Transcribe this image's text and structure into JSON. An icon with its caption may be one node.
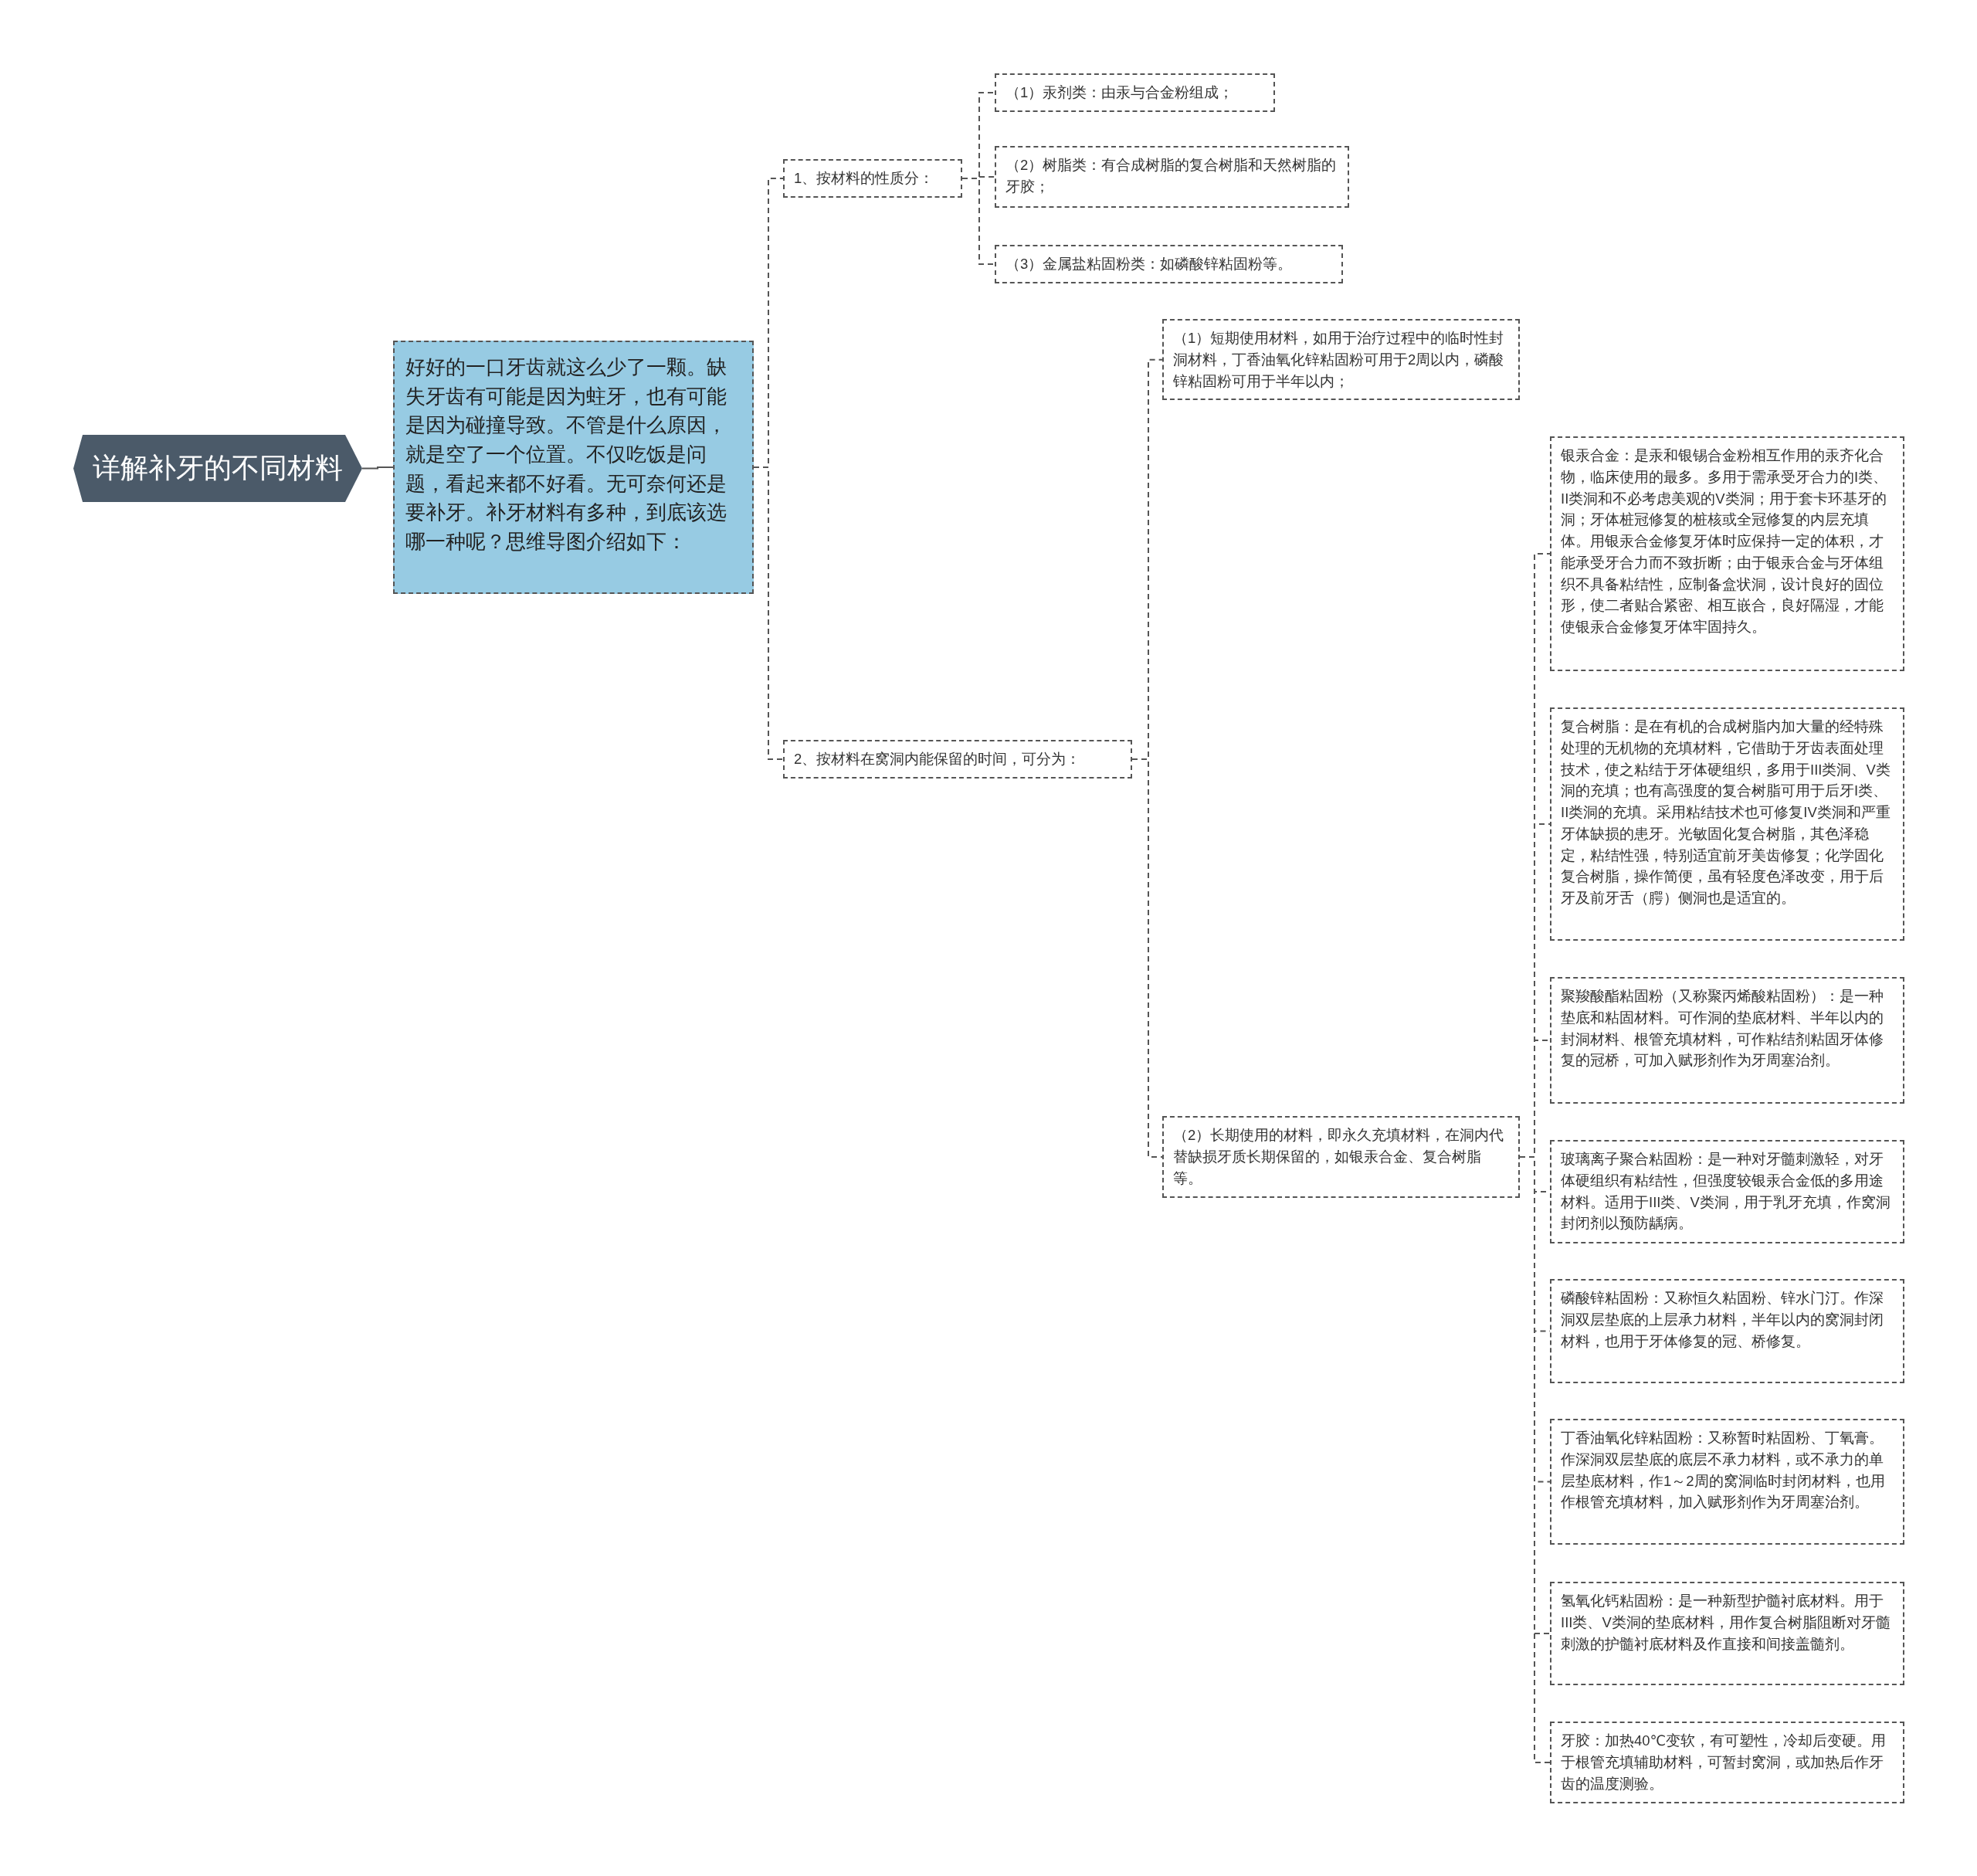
{
  "diagram": {
    "nodes": [
      {
        "text": [
          "详解补牙的不同材料"
        ]
      },
      {
        "text": [
          "好好的一口牙齿就这么少了一颗。缺失牙齿有可能是因为蛀牙，也有可能是因为碰撞导致。不管是什么原因，就是空了一个位置。不仅吃饭是问题，看起来都不好看。无可奈何还是要补牙。补牙材料有多种，到底该选哪一种呢？思维导图介绍如下："
        ]
      },
      {
        "text": [
          "1、按材料的性质分："
        ]
      },
      {
        "text": [
          "（1）汞剂类：由汞与合金粉组成；"
        ]
      },
      {
        "text": [
          "（2）树脂类：有合成树脂的复合树脂和天然树脂的牙胶；"
        ]
      },
      {
        "text": [
          "（3）金属盐粘固粉类：如磷酸锌粘固粉等。"
        ]
      },
      {
        "text": [
          "2、按材料在窝洞内能保留的时间，可分为："
        ]
      },
      {
        "text": [
          "（1）短期使用材料，如用于治疗过程中的临时性封洞材料，丁香油氧化锌粘固粉可用于2周以内，磷酸锌粘固粉可用于半年以内；"
        ]
      },
      {
        "text": [
          "（2）长期使用的材料，即永久充填材料，在洞内代替缺损牙质长期保留的，如银汞合金、复合树脂等。"
        ]
      },
      {
        "text": [
          "银汞合金：是汞和银锡合金粉相互作用的汞齐化合物，临床使用的最多。多用于需承受牙合力的I类、II类洞和不必考虑美观的V类洞；用于套卡环基牙的洞；牙体桩冠修复的桩核或全冠修复的内层充填体。用银汞合金修复牙体时应保持一定的体积，才能承受牙合力而不致折断；由于银汞合金与牙体组织不具备粘结性，应制备盒状洞，设计良好的固位形，使二者贴合紧密、相互嵌合，良好隔湿，才能使银汞合金修复牙体牢固持久。"
        ]
      },
      {
        "text": [
          "复合树脂：是在有机的合成树脂内加大量的经特殊处理的无机物的充填材料，它借助于牙齿表面处理技术，使之粘结于牙体硬组织，多用于III类洞、V类洞的充填；也有高强度的复合树脂可用于后牙I类、II类洞的充填。采用粘结技术也可修复IV类洞和严重牙体缺损的患牙。光敏固化复合树脂，其色泽稳定，粘结性强，特别适宜前牙美齿修复；化学固化复合树脂，操作简便，虽有轻度色泽改变，用于后牙及前牙舌（腭）侧洞也是适宜的。"
        ]
      },
      {
        "text": [
          "聚羧酸酯粘固粉（又称聚丙烯酸粘固粉）：是一种垫底和粘固材料。可作洞的垫底材料、半年以内的封洞材料、根管充填材料，可作粘结剂粘固牙体修复的冠桥，可加入赋形剂作为牙周塞治剂。"
        ]
      },
      {
        "text": [
          "玻璃离子聚合粘固粉：是一种对牙髓刺激轻，对牙体硬组织有粘结性，但强度较银汞合金低的多用途材料。适用于III类、V类洞，用于乳牙充填，作窝洞封闭剂以预防龋病。"
        ]
      },
      {
        "text": [
          "磷酸锌粘固粉：又称恒久粘固粉、锌水门汀。作深洞双层垫底的上层承力材料，半年以内的窝洞封闭材料，也用于牙体修复的冠、桥修复。"
        ]
      },
      {
        "text": [
          "丁香油氧化锌粘固粉：又称暂时粘固粉、丁氧膏。作深洞双层垫底的底层不承力材料，或不承力的单层垫底材料，作1～2周的窝洞临时封闭材料，也用作根管充填材料，加入赋形剂作为牙周塞治剂。"
        ]
      },
      {
        "text": [
          "氢氧化钙粘固粉：是一种新型护髓衬底材料。用于III类、V类洞的垫底材料，用作复合树脂阻断对牙髓刺激的护髓衬底材料及作直接和间接盖髓剂。"
        ]
      },
      {
        "text": [
          "牙胶：加热40℃变软，有可塑性，冷却后变硬。用于根管充填辅助材料，可暂封窝洞，或加热后作牙齿的温度测验。"
        ]
      }
    ],
    "edges": [
      {
        "from": 0,
        "to": 1,
        "arrow": "none"
      },
      {
        "from": 1,
        "to": 2,
        "arrow": "none",
        "style": "dashed"
      },
      {
        "from": 1,
        "to": 6,
        "arrow": "none",
        "style": "dashed"
      },
      {
        "from": 2,
        "to": 3,
        "arrow": "none",
        "style": "dashed"
      },
      {
        "from": 2,
        "to": 4,
        "arrow": "none",
        "style": "dashed"
      },
      {
        "from": 2,
        "to": 5,
        "arrow": "none",
        "style": "dashed"
      },
      {
        "from": 6,
        "to": 7,
        "arrow": "none",
        "style": "dashed"
      },
      {
        "from": 6,
        "to": 8,
        "arrow": "none",
        "style": "dashed"
      },
      {
        "from": 8,
        "to": 9,
        "arrow": "none",
        "style": "dashed"
      },
      {
        "from": 8,
        "to": 10,
        "arrow": "none",
        "style": "dashed"
      },
      {
        "from": 8,
        "to": 11,
        "arrow": "none",
        "style": "dashed"
      },
      {
        "from": 8,
        "to": 12,
        "arrow": "none",
        "style": "dashed"
      },
      {
        "from": 8,
        "to": 13,
        "arrow": "none",
        "style": "dashed"
      },
      {
        "from": 8,
        "to": 14,
        "arrow": "none",
        "style": "dashed"
      },
      {
        "from": 8,
        "to": 15,
        "arrow": "none",
        "style": "dashed"
      },
      {
        "from": 8,
        "to": 16,
        "arrow": "none",
        "style": "dashed"
      }
    ]
  }
}
